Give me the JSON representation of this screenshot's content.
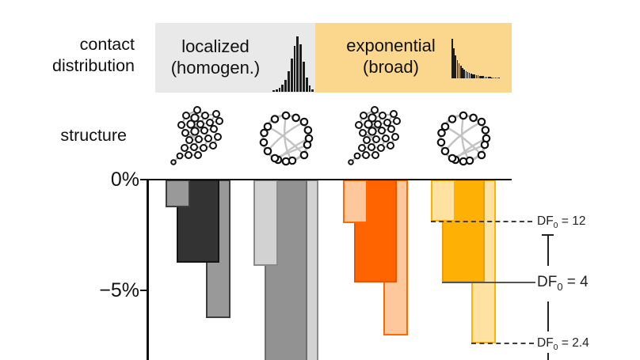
{
  "labels": {
    "contact_row_line1": "contact",
    "contact_row_line2": "distribution",
    "structure_row": "structure",
    "localized_line1": "localized",
    "localized_line2": "(homogen.)",
    "exponential_line1": "exponential",
    "exponential_line2": "(broad)"
  },
  "axis": {
    "tick0": "0%",
    "tick5": "−5%"
  },
  "colors": {
    "localized_box_bg": "#e9e9e9",
    "exponential_box_bg": "#fbd78d",
    "dark_gray_bar": "#333333",
    "mid_gray_bar": "#999999",
    "light_gray_bar": "#929292",
    "pale_gray_bar": "#d2d2d2",
    "orange_bar": "#ff6400",
    "pale_orange_bar": "#ffc79c",
    "amber_bar": "#ffb005",
    "pale_amber_bar": "#ffe2a2"
  },
  "icons": {
    "localized_histogram": [
      2,
      3,
      5,
      9,
      15,
      26,
      42,
      58,
      70,
      60,
      38,
      18,
      8,
      3
    ],
    "exponential_histogram": [
      50,
      38,
      29,
      23,
      19,
      16,
      13,
      11,
      9,
      8,
      7,
      6,
      5,
      5,
      4,
      4,
      3,
      3,
      3,
      2,
      2,
      2,
      2,
      1,
      1,
      1,
      1,
      1
    ]
  },
  "chart_data": {
    "type": "bar",
    "title": "",
    "ylabel": "",
    "y_axis": {
      "ticks": [
        {
          "label": "0%",
          "value": 0
        },
        {
          "label": "−5%",
          "value": -5
        }
      ],
      "visible_range": [
        0,
        -8.15
      ],
      "units": "percent"
    },
    "column_headers": {
      "contact_distribution": [
        "localized (homogen.)",
        "exponential (broad)"
      ],
      "structure": [
        "clustered",
        "ring",
        "clustered",
        "ring"
      ]
    },
    "groups": [
      {
        "contact_distribution": "localized (homogen.)",
        "structure": "clustered",
        "colors": {
          "side_fill": "#999999",
          "side_border": "#3d3d3d",
          "main_fill": "#333333",
          "main_border": "#141414"
        },
        "bars": [
          {
            "df0": 12,
            "value": -1.25
          },
          {
            "df0": 4,
            "value": -3.75
          },
          {
            "df0": 2.4,
            "value": -6.25
          }
        ]
      },
      {
        "contact_distribution": "localized (homogen.)",
        "structure": "ring",
        "colors": {
          "side_fill": "#d2d2d2",
          "side_border": "#8a8a8a",
          "main_fill": "#929292",
          "main_border": "#6e6e6e"
        },
        "bars": [
          {
            "df0": 12,
            "value": -3.9
          },
          {
            "df0": 4,
            "value": null,
            "clipped": true,
            "visible_to": -8.15
          },
          {
            "df0": 2.4,
            "value": null,
            "clipped": true,
            "visible_to": -8.15
          }
        ]
      },
      {
        "contact_distribution": "exponential (broad)",
        "structure": "clustered",
        "colors": {
          "side_fill": "#ffc79c",
          "side_border": "#ff6a00",
          "main_fill": "#ff6400",
          "main_border": "#e85500"
        },
        "bars": [
          {
            "df0": 12,
            "value": -1.95
          },
          {
            "df0": 4,
            "value": -4.65
          },
          {
            "df0": 2.4,
            "value": -7.05
          }
        ]
      },
      {
        "contact_distribution": "exponential (broad)",
        "structure": "ring",
        "colors": {
          "side_fill": "#ffe2a2",
          "side_border": "#ffb300",
          "main_fill": "#ffb005",
          "main_border": "#ef9e00"
        },
        "bars": [
          {
            "df0": 12,
            "value": -1.9
          },
          {
            "df0": 4,
            "value": -4.65
          },
          {
            "df0": 2.4,
            "value": -7.4
          }
        ]
      }
    ],
    "reference_lines": [
      {
        "label": "DF₀ = 12",
        "label_prefix": "DF",
        "label_sub": "0",
        "label_value": " = 12",
        "value": -1.9,
        "style": "dashed",
        "emphasis": false
      },
      {
        "label": "DF₀ = 4",
        "label_prefix": "DF",
        "label_sub": "0",
        "label_value": " = 4",
        "value": -4.65,
        "style": "solid",
        "emphasis": true
      },
      {
        "label": "DF₀ = 2.4",
        "label_prefix": "DF",
        "label_sub": "0",
        "label_value": " = 2.4",
        "value": -7.4,
        "style": "dashed",
        "emphasis": false
      }
    ],
    "legend_position": "right",
    "grid": false
  }
}
